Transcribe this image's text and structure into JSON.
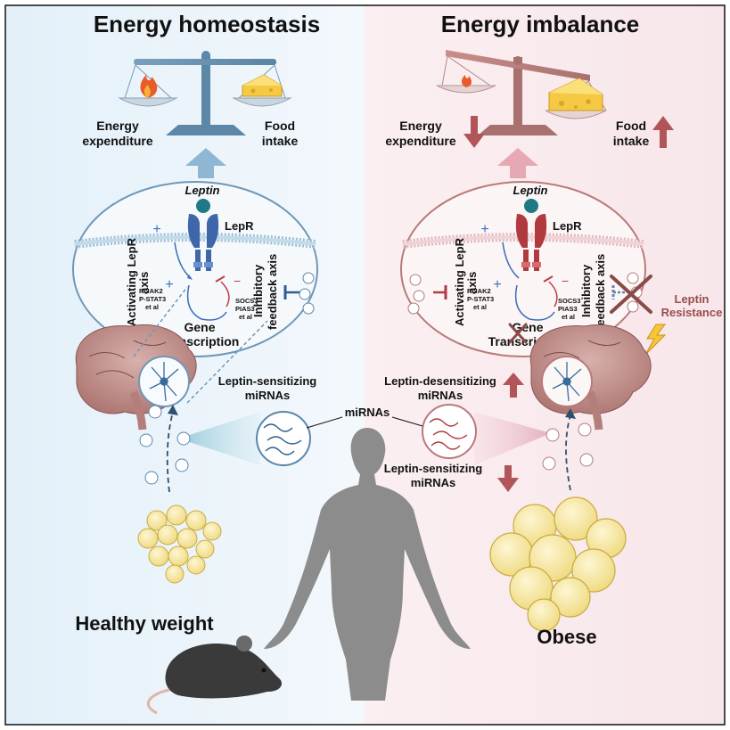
{
  "left_panel": {
    "title": "Energy homeostasis",
    "expenditure_label_1": "Energy",
    "expenditure_label_2": "expenditure",
    "intake_label_1": "Food",
    "intake_label_2": "intake",
    "leptin": "Leptin",
    "lepr": "LepR",
    "activating_axis_1": "Activating LepR",
    "activating_axis_2": "axis",
    "inhibitory_axis_1": "Inhibitory",
    "inhibitory_axis_2": "feedback axis",
    "pjak2": "P-JAK2",
    "pstat3": "P-STAT3",
    "etal_1": "et al",
    "socs3": "SOCS3",
    "pias3": "PIAS3",
    "etal_2": "et al",
    "gene": "Gene",
    "transcription": "Transcription",
    "plus_1": "+",
    "plus_2": "+",
    "minus": "−",
    "mirna_label_1": "Leptin-sensitizing",
    "mirna_label_2": "miRNAs",
    "bottom_label": "Healthy weight"
  },
  "right_panel": {
    "title": "Energy imbalance",
    "expenditure_label_1": "Energy",
    "expenditure_label_2": "expenditure",
    "intake_label_1": "Food",
    "intake_label_2": "intake",
    "leptin": "Leptin",
    "lepr": "LepR",
    "activating_axis_1": "Activating LepR",
    "activating_axis_2": "axis",
    "inhibitory_axis_1": "Inhibitory",
    "inhibitory_axis_2": "feedback axis",
    "pjak2": "P-JAK2",
    "pstat3": "P-STAT3",
    "etal_1": "et al",
    "socs3": "SOCS3",
    "pias3": "PIAS3",
    "etal_2": "et al",
    "gene": "Gene",
    "transcription": "Transcription",
    "plus_1": "+",
    "plus_2": "+",
    "minus": "−",
    "resistance_1": "Leptin",
    "resistance_2": "Resistance",
    "desensitizing_1": "Leptin-desensitizing",
    "desensitizing_2": "miRNAs",
    "sensitizing_1": "Leptin-sensitizing",
    "sensitizing_2": "miRNAs",
    "bottom_label": "Obese"
  },
  "center": {
    "mirnas_label": "miRNAs"
  },
  "colors": {
    "left_bg": "#eaf4fb",
    "right_bg": "#f9e9ec",
    "left_accent": "#6f97b6",
    "right_accent": "#b97a78",
    "red_arrow": "#b25558",
    "receptor_blue": "#3f66a8",
    "receptor_red": "#b03a3e",
    "leptin_ball": "#1f7a86",
    "fat_yellow": "#f6e39a"
  }
}
